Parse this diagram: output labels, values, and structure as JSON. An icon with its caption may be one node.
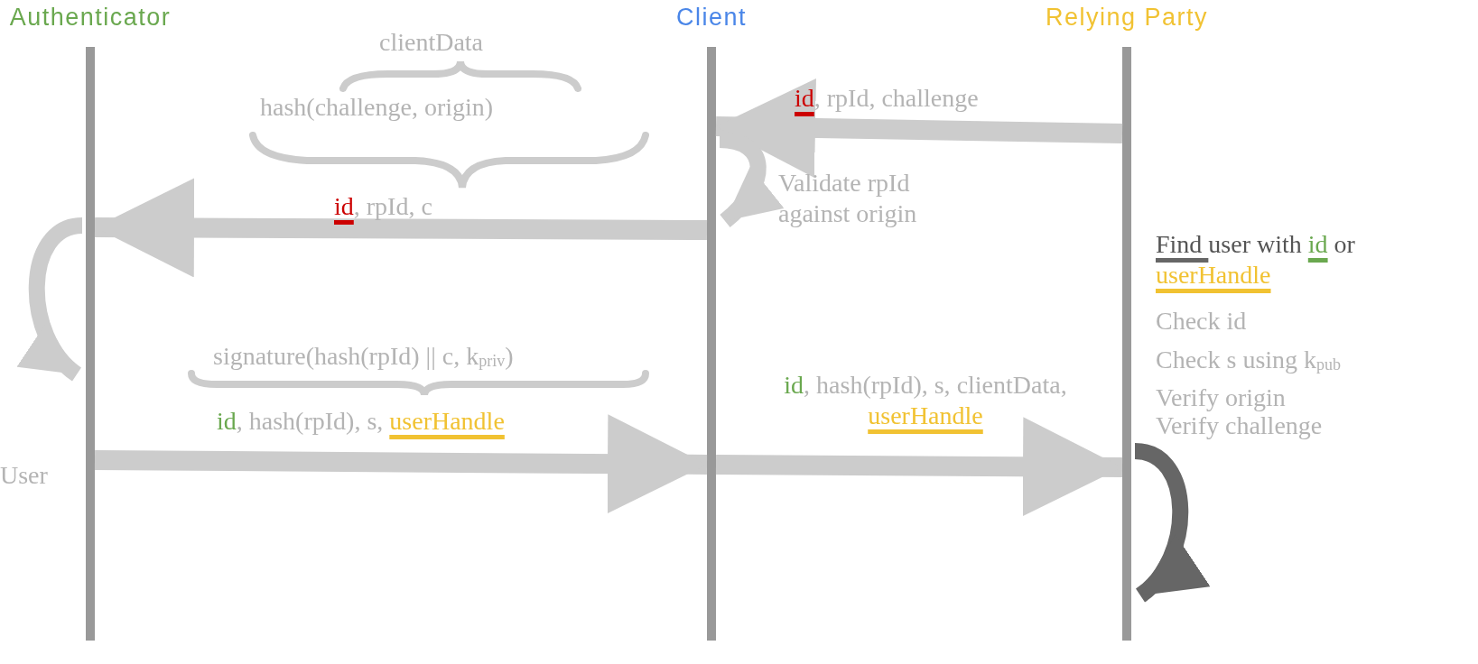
{
  "diagram": {
    "nodes": [
      {
        "text": [
          "Authenticator"
        ]
      },
      {
        "text": [
          "Client"
        ]
      },
      {
        "text": [
          "Relying Party"
        ]
      }
    ],
    "edges": [
      {
        "from": 2,
        "to": 1,
        "arrow": "to",
        "label": "id, rpId, challenge"
      },
      {
        "from": 1,
        "to": 1,
        "arrow": "to",
        "label": "Validate rpId against origin"
      },
      {
        "from": 1,
        "to": 0,
        "arrow": "to",
        "label": "id, rpId, c"
      },
      {
        "from": 0,
        "to": 0,
        "arrow": "to",
        "label": "User"
      },
      {
        "from": 0,
        "to": 1,
        "arrow": "to",
        "label": "id, hash(rpId), s, userHandle"
      },
      {
        "from": 1,
        "to": 2,
        "arrow": "to",
        "label": "id, hash(rpId), s, clientData, userHandle"
      },
      {
        "from": 2,
        "to": 2,
        "arrow": "to",
        "color": "#666666"
      }
    ],
    "labels": [
      "clientData",
      "hash(challenge, origin)",
      "signature(hash(rpId) || c, k$_{priv}$)",
      "Find user with id or userHandle",
      "Check id",
      "Check s using k$_{pub}$",
      "Verify origin",
      "Verify challenge"
    ]
  }
}
